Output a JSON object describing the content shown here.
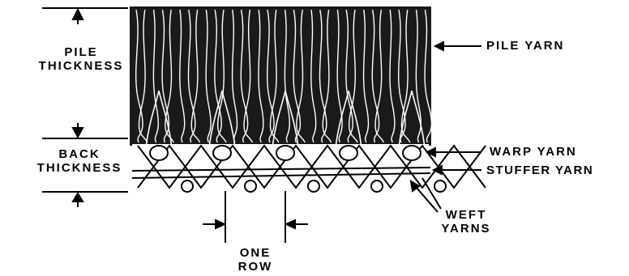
{
  "labels": {
    "pile_thickness": [
      "PILE",
      "THICKNESS"
    ],
    "back_thickness": [
      "BACK",
      "THICKNESS"
    ],
    "pile_yarn": "PILE YARN",
    "warp_yarn": "WARP YARN",
    "stuffer_yarn": "STUFFER YARN",
    "weft_yarns": [
      "WEFT",
      "YARNS"
    ],
    "one_row": [
      "ONE",
      "ROW"
    ]
  },
  "colors": {
    "ink": "#000000",
    "background": "#ffffff"
  },
  "structure": {
    "warp_crossings": 5,
    "weft_yarn_rows": 2
  }
}
